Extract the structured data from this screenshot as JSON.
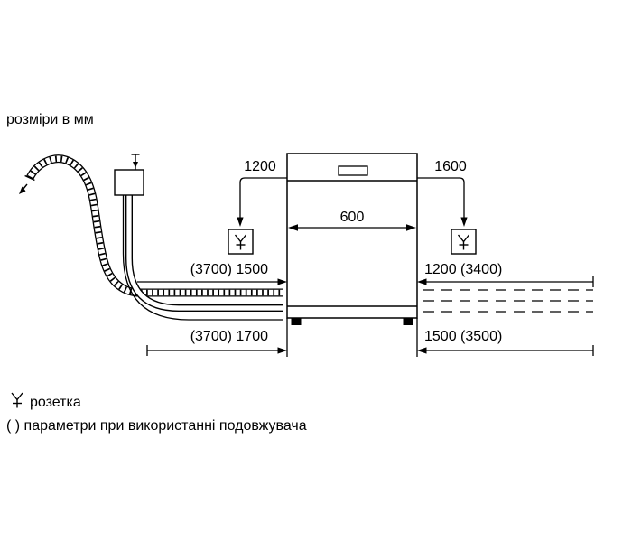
{
  "page": {
    "title": "розміри в мм",
    "line_color": "#000000",
    "background_color": "#ffffff"
  },
  "diagram": {
    "appliance": "dishwasher-front-outline",
    "dimensions": {
      "appliance_width": "600",
      "left_socket_height": "1200",
      "right_socket_height": "1600",
      "left_hose_reach": "(3700) 1500",
      "right_hose_reach": "1200 (3400)",
      "left_total_reach": "(3700) 1700",
      "right_total_reach": "1500 (3500)"
    },
    "icons": [
      "socket-icon",
      "tap-icon",
      "drain-hose",
      "supply-hose",
      "power-cord"
    ]
  },
  "legend": {
    "socket_label": "розетка",
    "note": "( ) параметри при використанні подовжувача"
  }
}
